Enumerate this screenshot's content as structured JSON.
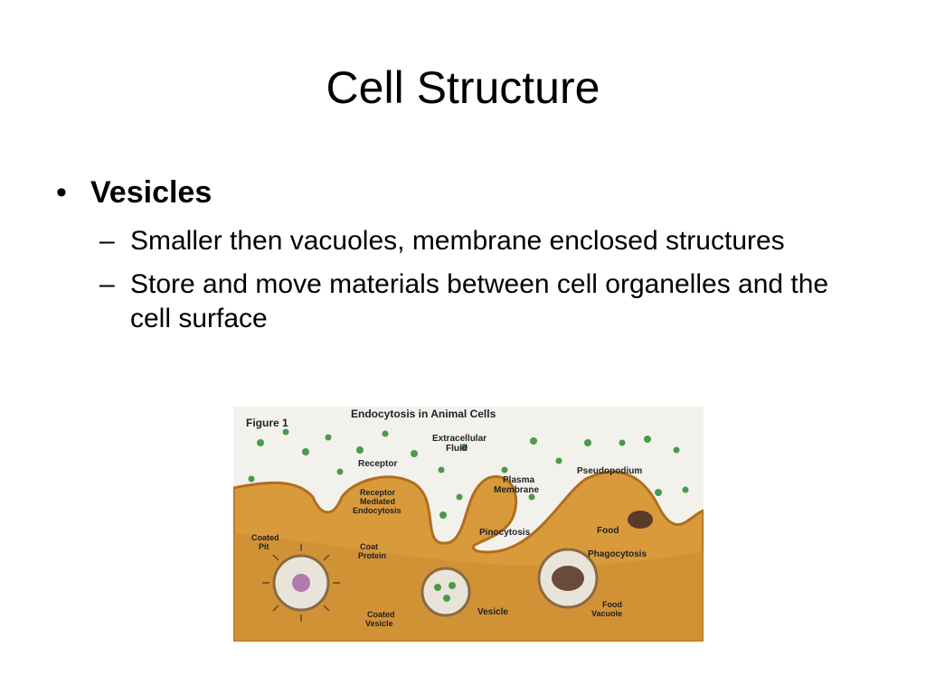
{
  "slide": {
    "title": "Cell Structure",
    "bullet": "Vesicles",
    "subbullets": [
      "Smaller then vacuoles,  membrane enclosed structures",
      "Store and move materials between cell organelles and the cell surface"
    ],
    "bullet_marker": "•",
    "dash_marker": "–"
  },
  "figure": {
    "figure_label": "Figure 1",
    "heading": "Endocytosis in Animal Cells",
    "labels": {
      "extracellular_1": "Extracellular",
      "extracellular_2": "Fluid",
      "receptor": "Receptor",
      "plasma_1": "Plasma",
      "plasma_2": "Membrane",
      "pseudopodium": "Pseudopodium",
      "rme_1": "Receptor",
      "rme_2": "Mediated",
      "rme_3": "Endocytosis",
      "coated_pit_1": "Coated",
      "coated_pit_2": "Pit",
      "coat_protein_1": "Coat",
      "coat_protein_2": "Protein",
      "pinocytosis": "Pinocytosis",
      "food": "Food",
      "phagocytosis": "Phagocytosis",
      "coated_vesicle_1": "Coated",
      "coated_vesicle_2": "Vesicle",
      "vesicle": "Vesicle",
      "food_vacuole_1": "Food",
      "food_vacuole_2": "Vacuole"
    },
    "colors": {
      "cytoplasm": "#d99a3c",
      "membrane": "#b06e1c",
      "particle": "#4a9a4a",
      "background": "#f3f1ec"
    }
  }
}
